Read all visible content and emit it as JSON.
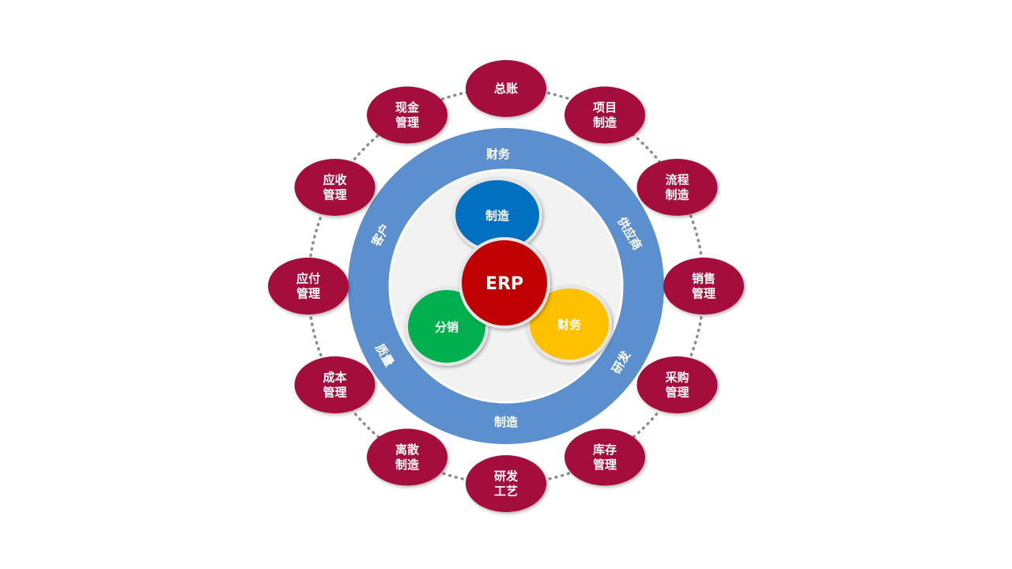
{
  "center": {
    "label": "ERP",
    "color": "#c00000"
  },
  "core_modules": [
    {
      "id": "manufacturing",
      "label": "制造",
      "color": "#0070c0"
    },
    {
      "id": "distribution",
      "label": "分销",
      "color": "#00b050"
    },
    {
      "id": "finance",
      "label": "财务",
      "color": "#ffc000"
    }
  ],
  "ring": {
    "color": "#5b8fce",
    "inner_disc": "#f2f2f2",
    "labels": [
      {
        "id": "ring-finance",
        "label": "财务"
      },
      {
        "id": "ring-supplier",
        "label": "供应商"
      },
      {
        "id": "ring-rd",
        "label": "研发"
      },
      {
        "id": "ring-manufacturing",
        "label": "制造"
      },
      {
        "id": "ring-quality",
        "label": "质量"
      },
      {
        "id": "ring-customer",
        "label": "客户"
      }
    ]
  },
  "outer_nodes": {
    "color": "#a50d3d",
    "items": [
      {
        "id": "general-ledger",
        "lines": [
          "总账"
        ]
      },
      {
        "id": "project-manufacturing",
        "lines": [
          "项目",
          "制造"
        ]
      },
      {
        "id": "process-manufacturing",
        "lines": [
          "流程",
          "制造"
        ]
      },
      {
        "id": "sales-management",
        "lines": [
          "销售",
          "管理"
        ]
      },
      {
        "id": "purchase-management",
        "lines": [
          "采购",
          "管理"
        ]
      },
      {
        "id": "inventory-management",
        "lines": [
          "库存",
          "管理"
        ]
      },
      {
        "id": "rd-process",
        "lines": [
          "研发",
          "工艺"
        ]
      },
      {
        "id": "discrete-manufacturing",
        "lines": [
          "离散",
          "制造"
        ]
      },
      {
        "id": "cost-management",
        "lines": [
          "成本",
          "管理"
        ]
      },
      {
        "id": "payables-management",
        "lines": [
          "应付",
          "管理"
        ]
      },
      {
        "id": "receivables-management",
        "lines": [
          "应收",
          "管理"
        ]
      },
      {
        "id": "cash-management",
        "lines": [
          "现金",
          "管理"
        ]
      }
    ]
  }
}
